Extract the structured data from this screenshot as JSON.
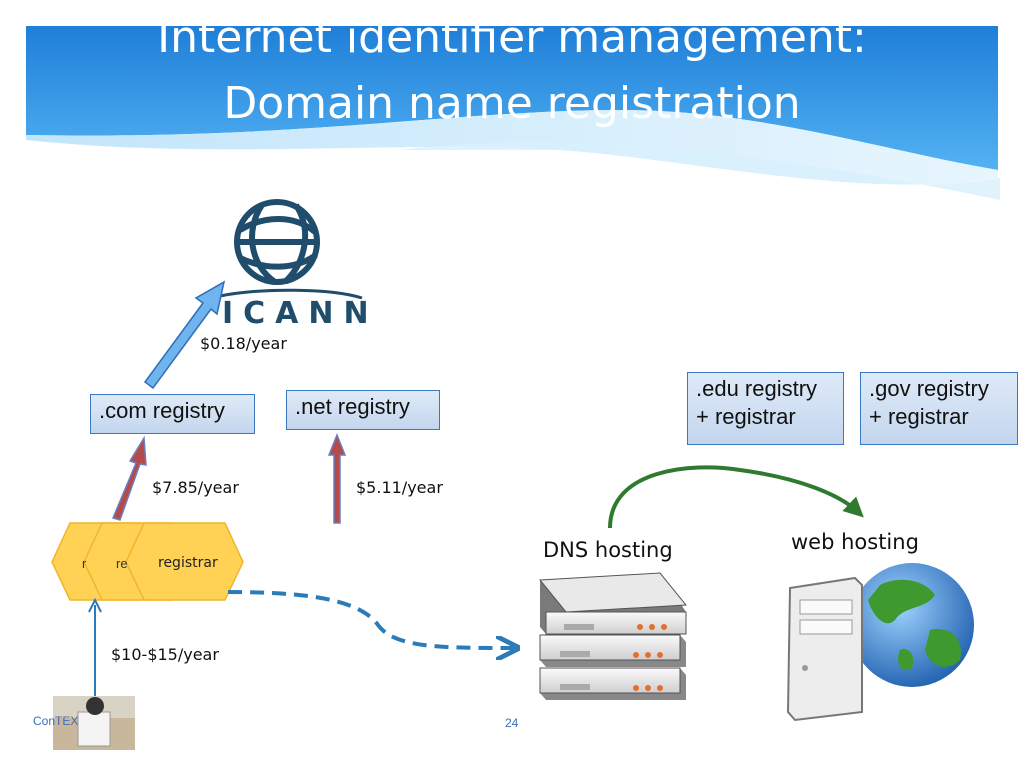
{
  "slide": {
    "title_line1": "Internet identifier management:",
    "title_line2": "Domain name registration",
    "footer_left": "ConTEX",
    "page_number": "24"
  },
  "icann": {
    "logo_text": "ICANN"
  },
  "registries": {
    "com": ".com registry",
    "net": ".net registry",
    "edu": [
      ".edu registry",
      "+ registrar"
    ],
    "gov": [
      ".gov registry",
      "+ registrar"
    ]
  },
  "prices": {
    "to_icann": "$0.18/year",
    "com": "$7.85/year",
    "net": "$5.11/year",
    "user": "$10-$15/year"
  },
  "registrars": {
    "front": "registrar",
    "middle_partial": "re",
    "back_partial": "r"
  },
  "hosting": {
    "dns": "DNS hosting",
    "web": "web hosting"
  },
  "colors": {
    "banner": "#2f8fe0",
    "registry_border": "#3a78c0",
    "registrar_fill": "#ffd256",
    "arrow_blue": "#6fb3ef",
    "arrow_red": "#b54a4a",
    "dashed_arrow": "#2b7bb8",
    "green_arrow": "#2f7a2f"
  }
}
